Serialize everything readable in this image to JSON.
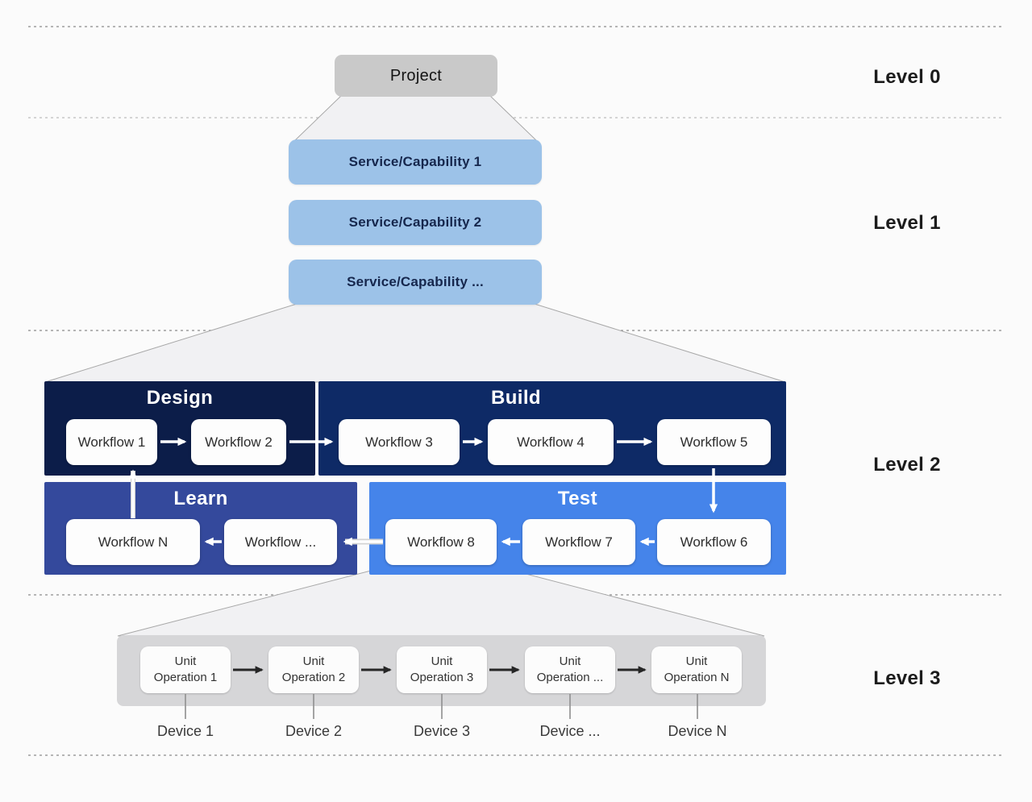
{
  "level_labels": [
    {
      "label": "Level 0"
    },
    {
      "label": "Level 1"
    },
    {
      "label": "Level 2"
    },
    {
      "label": "Level 3"
    }
  ],
  "level0": {
    "project_label": "Project"
  },
  "level1": {
    "services": [
      {
        "label": "Service/Capability 1"
      },
      {
        "label": "Service/Capability 2"
      },
      {
        "label": "Service/Capability ..."
      }
    ]
  },
  "level2": {
    "phases": [
      {
        "name": "Design",
        "color": "#0c1d49"
      },
      {
        "name": "Build",
        "color": "#0e2a66"
      },
      {
        "name": "Learn",
        "color": "#34499c"
      },
      {
        "name": "Test",
        "color": "#4584ea"
      }
    ],
    "workflows": [
      {
        "label": "Workflow 1"
      },
      {
        "label": "Workflow 2"
      },
      {
        "label": "Workflow 3"
      },
      {
        "label": "Workflow 4"
      },
      {
        "label": "Workflow 5"
      },
      {
        "label": "Workflow 6"
      },
      {
        "label": "Workflow 7"
      },
      {
        "label": "Workflow 8"
      },
      {
        "label": "Workflow ..."
      },
      {
        "label": "Workflow N"
      }
    ],
    "flow_order": "Workflow 1 > 2 > 3 > 4 > 5 > 6 > 7 > 8 > ... > N > back to 1"
  },
  "level3": {
    "units": [
      {
        "line1": "Unit",
        "line2": "Operation 1"
      },
      {
        "line1": "Unit",
        "line2": "Operation 2"
      },
      {
        "line1": "Unit",
        "line2": "Operation 3"
      },
      {
        "line1": "Unit",
        "line2": "Operation ..."
      },
      {
        "line1": "Unit",
        "line2": "Operation N"
      }
    ],
    "devices": [
      {
        "label": "Device 1"
      },
      {
        "label": "Device 2"
      },
      {
        "label": "Device 3"
      },
      {
        "label": "Device ..."
      },
      {
        "label": "Device N"
      }
    ]
  },
  "colors": {
    "background": "#fbfbfb",
    "project_gray": "#c9c9c9",
    "service_blue": "#9cc2e8",
    "service_text_navy": "#16274d",
    "design_navy": "#0c1d49",
    "build_navy": "#0e2a66",
    "learn_blue": "#34499c",
    "test_blue": "#4584ea",
    "level3_container_gray": "#d6d6d8",
    "funnel_gray": "#f1f1f3",
    "dashed_line_gray": "#9e9e9e"
  }
}
